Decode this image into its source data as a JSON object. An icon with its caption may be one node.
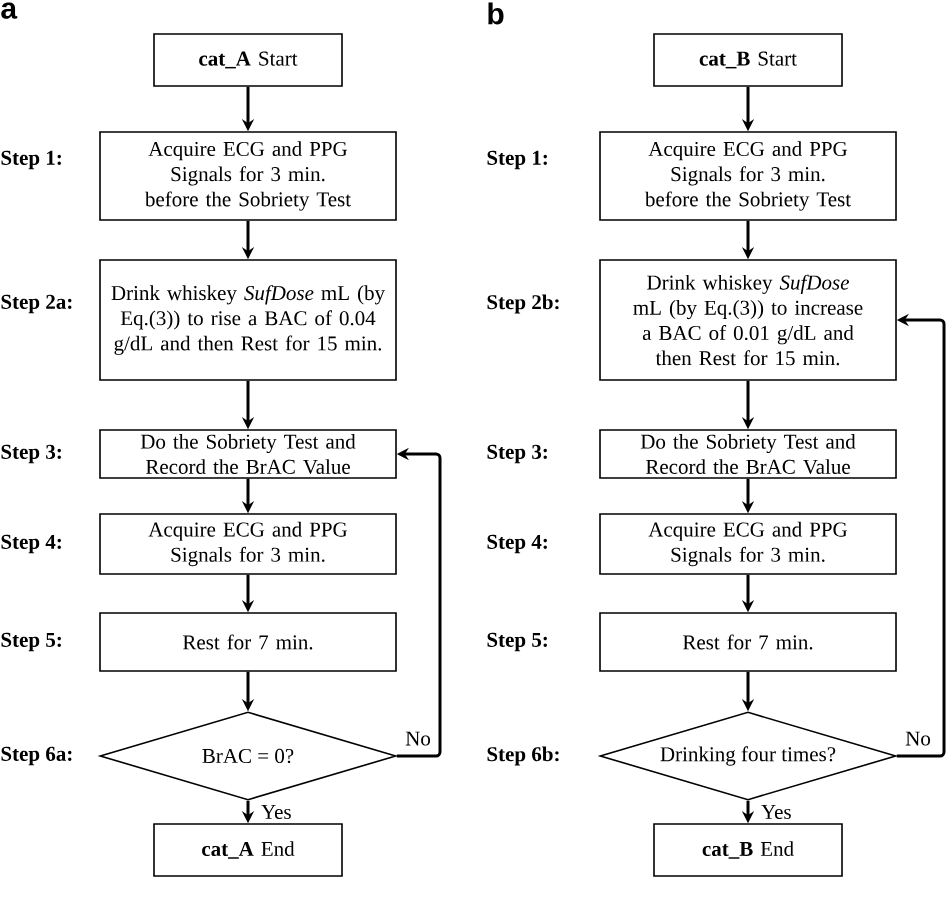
{
  "diagram": {
    "nodes": [
      {
        "text": [
          "**cat_A** Start"
        ]
      },
      {
        "text": [
          "Acquire ECG and PPG Signals for 3 min. before the Sobriety Test"
        ],
        "beside": [
          "Step 1:"
        ]
      },
      {
        "text": [
          "Drink whiskey *SufDose* mL (by Eq.(3)) to rise a BAC of 0.04 g/dL and then Rest for 15 min."
        ],
        "beside": [
          "Step 2a:"
        ]
      },
      {
        "text": [
          "Do the Sobriety Test and Record the BrAC Value"
        ],
        "beside": [
          "Step 3:"
        ]
      },
      {
        "text": [
          "Acquire ECG and PPG Signals for 3 min."
        ],
        "beside": [
          "Step 4:"
        ]
      },
      {
        "text": [
          "Rest for 7 min."
        ],
        "beside": [
          "Step 5:"
        ]
      },
      {
        "text": [
          "BrAC = 0?"
        ],
        "beside": [
          "Step 6a:"
        ]
      },
      {
        "text": [
          "**cat_A** End"
        ]
      },
      {
        "text": [
          "**cat_B** Start"
        ]
      },
      {
        "text": [
          "Acquire ECG and PPG Signals for 3 min. before the Sobriety Test"
        ],
        "beside": [
          "Step 1:"
        ]
      },
      {
        "text": [
          "Drink whiskey *SufDose* mL (by Eq.(3)) to increase a BAC of 0.01 g/dL and then Rest for 15 min."
        ],
        "beside": [
          "Step 2b:"
        ]
      },
      {
        "text": [
          "Do the Sobriety Test and Record the BrAC Value"
        ],
        "beside": [
          "Step 3:"
        ]
      },
      {
        "text": [
          "Acquire ECG and PPG Signals for 3 min."
        ],
        "beside": [
          "Step 4:"
        ]
      },
      {
        "text": [
          "Rest for 7 min."
        ],
        "beside": [
          "Step 5:"
        ]
      },
      {
        "text": [
          "Drinking four times?"
        ],
        "beside": [
          "Step 6b:"
        ]
      },
      {
        "text": [
          "**cat_B** End"
        ]
      }
    ],
    "edges": [
      {
        "from": 0,
        "to": 1,
        "arrow": "to"
      },
      {
        "from": 1,
        "to": 2,
        "arrow": "to"
      },
      {
        "from": 2,
        "to": 3,
        "arrow": "to"
      },
      {
        "from": 3,
        "to": 4,
        "arrow": "to"
      },
      {
        "from": 4,
        "to": 5,
        "arrow": "to"
      },
      {
        "from": 5,
        "to": 6,
        "arrow": "to"
      },
      {
        "from": 6,
        "to": 7,
        "arrow": "to",
        "label": "Yes"
      },
      {
        "from": 6,
        "to": 3,
        "arrow": "to",
        "label": "No"
      },
      {
        "from": 8,
        "to": 9,
        "arrow": "to"
      },
      {
        "from": 9,
        "to": 10,
        "arrow": "to"
      },
      {
        "from": 10,
        "to": 11,
        "arrow": "to"
      },
      {
        "from": 11,
        "to": 12,
        "arrow": "to"
      },
      {
        "from": 12,
        "to": 13,
        "arrow": "to"
      },
      {
        "from": 13,
        "to": 14,
        "arrow": "to"
      },
      {
        "from": 14,
        "to": 15,
        "arrow": "to",
        "label": "Yes"
      },
      {
        "from": 14,
        "to": 10,
        "arrow": "to",
        "label": "No"
      }
    ],
    "labels": [
      "a",
      "b"
    ]
  }
}
